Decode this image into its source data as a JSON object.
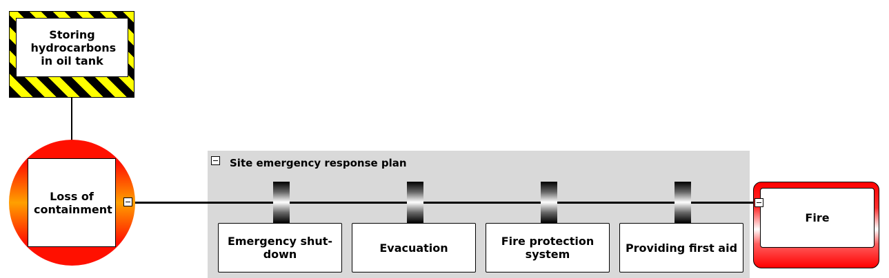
{
  "hazard": {
    "label": "Storing hydrocarbons in oil tank"
  },
  "top_event": {
    "label": "Loss of containment_text",
    "display": "Loss of containment"
  },
  "group": {
    "title": "Site emergency response plan"
  },
  "barriers": [
    {
      "label": "Emergency shut-down"
    },
    {
      "label": "Evacuation"
    },
    {
      "label": "Fire protection system"
    },
    {
      "label": "Providing first aid"
    }
  ],
  "consequence": {
    "label": "Fire"
  },
  "colors": {
    "hazard_stripe_dark": "#000000",
    "hazard_stripe_light": "#ffff00",
    "top_event_outer": "#ff1000",
    "top_event_mid": "#ffa000",
    "consequence": "#ff0000",
    "group_background": "#d9d9d9"
  }
}
